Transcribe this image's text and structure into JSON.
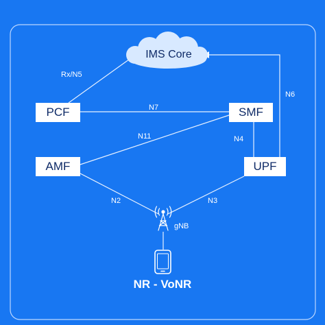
{
  "colors": {
    "background": "#1877f2",
    "frame": "#bcd7ff",
    "lines": "#e8f1ff",
    "node_fill": "#ffffff",
    "node_text": "#0e2a66",
    "cloud": "#d8e9ff"
  },
  "cloud": {
    "label": "IMS Core"
  },
  "nodes": {
    "pcf": "PCF",
    "smf": "SMF",
    "amf": "AMF",
    "upf": "UPF"
  },
  "interfaces": {
    "rx_n5": "Rx/N5",
    "n6": "N6",
    "n7": "N7",
    "n11": "N11",
    "n4": "N4",
    "n2": "N2",
    "n3": "N3"
  },
  "gnb": {
    "label": "gNB",
    "icon": "antenna-tower-icon"
  },
  "device": {
    "icon": "smartphone-icon"
  },
  "caption": "NR - VoNR"
}
